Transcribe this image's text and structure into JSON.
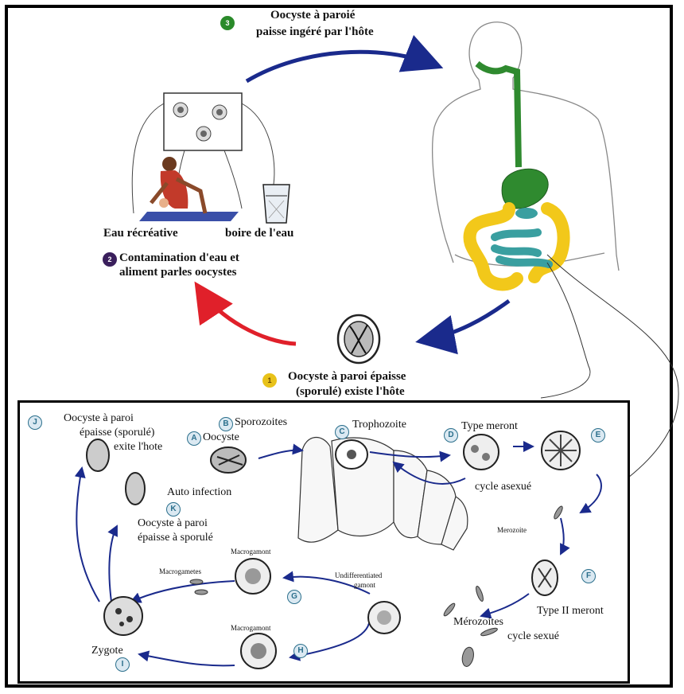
{
  "steps": {
    "step1": {
      "number": "1",
      "line1": "Oocyste à paroi épaisse",
      "line2": "(sporulé) existe l'hôte"
    },
    "step2": {
      "number": "2",
      "line1": "Contamination d'eau et",
      "line2": "aliment parles oocystes"
    },
    "step3": {
      "number": "3",
      "line1": "Oocyste à paroié",
      "line2": "paisse ingéré par l'hôte"
    }
  },
  "sources": {
    "recreational": "Eau récréative",
    "drinking": "boire de l'eau"
  },
  "cycle": {
    "labels": {
      "j_line1": "Oocyste à paroi",
      "j_line2": "épaisse (sporulé)",
      "j_line3": "exite l'hote",
      "oocyste": "Oocyste",
      "sporozoites": "Sporozoites",
      "trophozoite": "Trophozoite",
      "type_meront": "Type meront",
      "cycle_asexue": "cycle asexué",
      "merozoite": "Merozoite",
      "auto_infection": "Auto infection",
      "k_line1": "Oocyste à paroi",
      "k_line2": "épaisse à sporulé",
      "macrogamont_top": "Macrogamont",
      "macrogametes": "Macrogametes",
      "undiff_line1": "Undifferentiated",
      "undiff_line2": "gamont",
      "type2_meront": "Type II meront",
      "merozoites": "Mérozoites",
      "cycle_sexue": "cycle sexué",
      "macrogamont_bottom": "Macrogamont",
      "zygote": "Zygote"
    },
    "tags": {
      "a": "A",
      "b": "B",
      "c": "C",
      "d": "D",
      "e": "E",
      "f": "F",
      "g": "G",
      "h": "H",
      "i": "I",
      "j": "J",
      "k": "K"
    }
  },
  "colors": {
    "arrow_blue": "#1a2a8c",
    "arrow_red": "#e0202a",
    "badge_green": "#2a8a2a",
    "badge_purple": "#3a1f5c",
    "badge_yellow": "#e8c21a",
    "gut_green": "#2f8a2f",
    "intestine_yellow": "#f2c81a",
    "intestine_teal": "#3a9fa0"
  }
}
